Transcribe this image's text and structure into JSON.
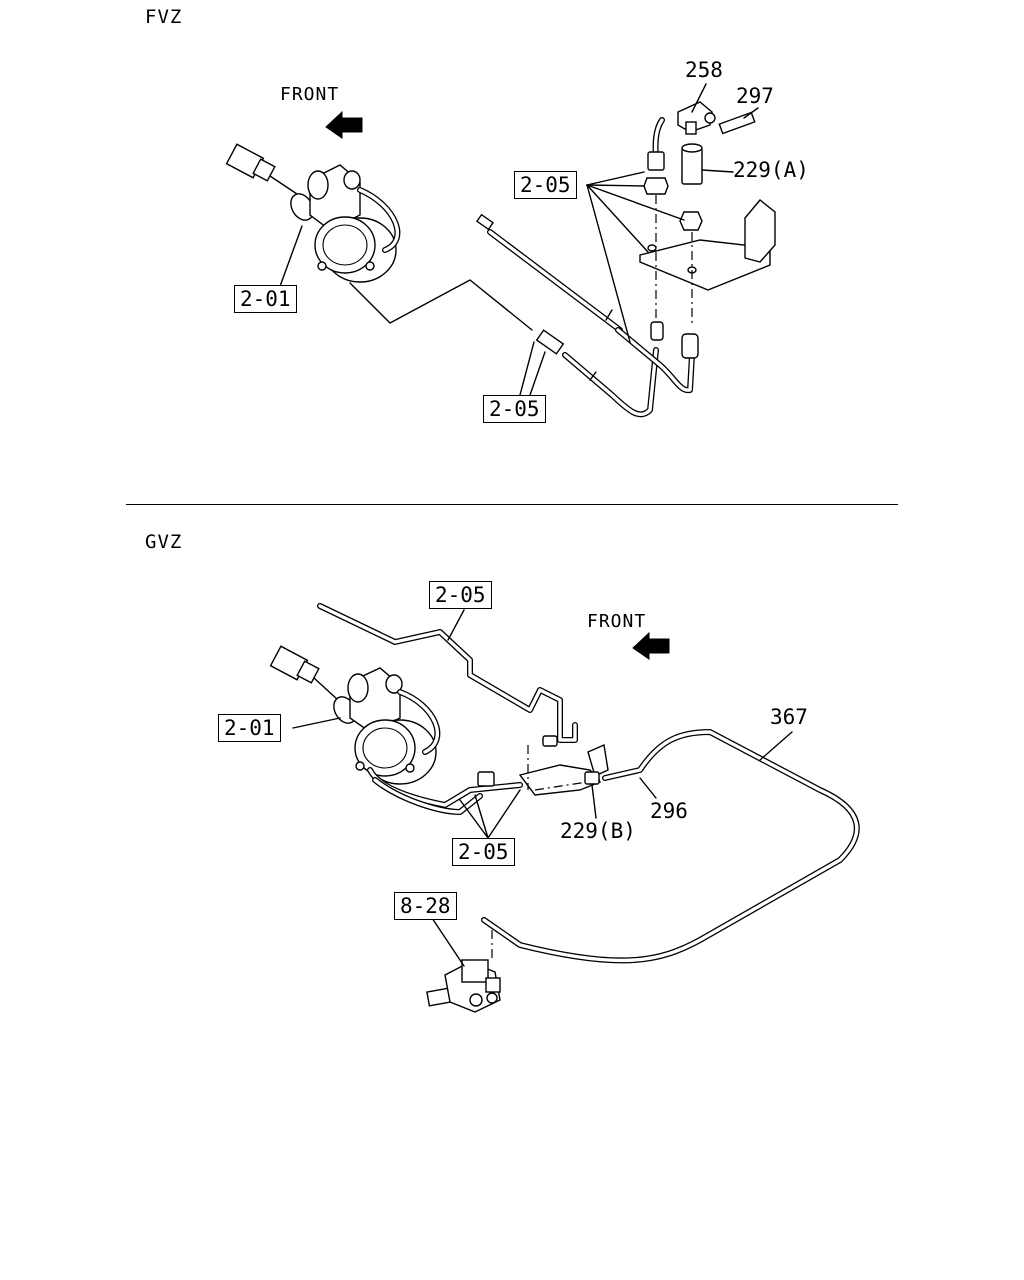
{
  "sections": [
    {
      "variant": "FVZ",
      "front_label": "FRONT",
      "callouts": {
        "c205_top": "2-05",
        "c201": "2-01",
        "c205_bottom": "2-05",
        "c258": "258",
        "c297": "297",
        "c229a": "229(A)"
      }
    },
    {
      "variant": "GVZ",
      "front_label": "FRONT",
      "callouts": {
        "c205_top": "2-05",
        "c201": "2-01",
        "c205_bottom": "2-05",
        "c828": "8-28",
        "c367": "367",
        "c296": "296",
        "c229b": "229(B)"
      }
    }
  ],
  "icons": [
    "front-arrow-icon",
    "compressor-icon",
    "solenoid-valve-icon"
  ]
}
